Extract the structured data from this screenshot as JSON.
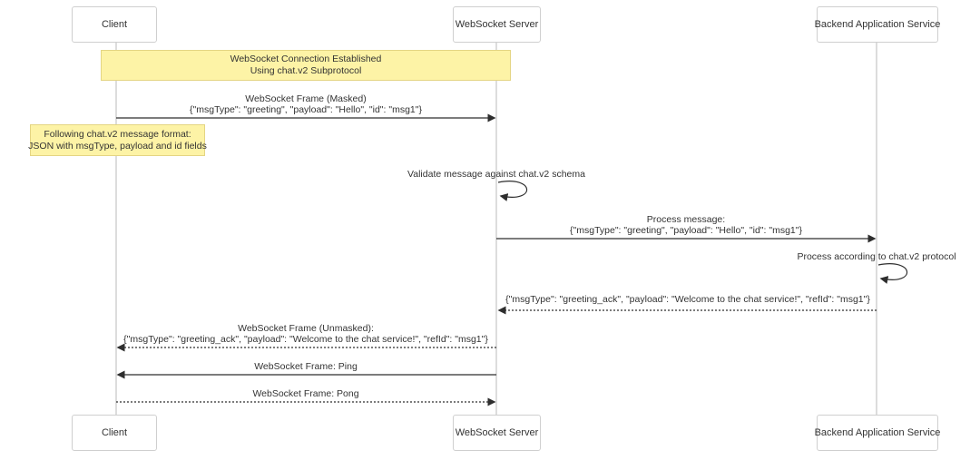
{
  "diagram": {
    "type": "sequence-diagram",
    "topic": "WebSocket chat.v2 subprotocol message flow",
    "participants": [
      {
        "name": "Client"
      },
      {
        "name": "WebSocket Server"
      },
      {
        "name": "Backend Application Service"
      }
    ],
    "notes": [
      {
        "position": "over Client and WebSocket Server",
        "line1": "WebSocket Connection Established",
        "line2": "Using chat.v2 Subprotocol"
      },
      {
        "position": "left of Client",
        "line1": "Following chat.v2 message format:",
        "line2": "JSON with msgType, payload and id fields"
      }
    ],
    "messages": [
      {
        "from": "Client",
        "to": "WebSocket Server",
        "style": "solid",
        "line1": "WebSocket Frame (Masked)",
        "line2": "{\"msgType\": \"greeting\", \"payload\": \"Hello\", \"id\": \"msg1\"}"
      },
      {
        "from": "WebSocket Server",
        "to": "WebSocket Server",
        "style": "self",
        "line1": "Validate message against chat.v2 schema"
      },
      {
        "from": "WebSocket Server",
        "to": "Backend Application Service",
        "style": "solid",
        "line1": "Process message:",
        "line2": "{\"msgType\": \"greeting\", \"payload\": \"Hello\", \"id\": \"msg1\"}"
      },
      {
        "from": "Backend Application Service",
        "to": "Backend Application Service",
        "style": "self",
        "line1": "Process according to chat.v2 protocol"
      },
      {
        "from": "Backend Application Service",
        "to": "WebSocket Server",
        "style": "dashed",
        "line1": "{\"msgType\": \"greeting_ack\", \"payload\": \"Welcome to the chat service!\", \"refId\": \"msg1\"}"
      },
      {
        "from": "WebSocket Server",
        "to": "Client",
        "style": "dashed",
        "line1": "WebSocket Frame (Unmasked):",
        "line2": "{\"msgType\": \"greeting_ack\", \"payload\": \"Welcome to the chat service!\", \"refId\": \"msg1\"}"
      },
      {
        "from": "WebSocket Server",
        "to": "Client",
        "style": "solid",
        "line1": "WebSocket Frame: Ping"
      },
      {
        "from": "Client",
        "to": "WebSocket Server",
        "style": "dashed",
        "line1": "WebSocket Frame: Pong"
      }
    ],
    "colors": {
      "note_fill": "#fdf3a6",
      "note_border": "#e4d583",
      "actor_fill": "#ffffff",
      "actor_border": "#cfcfcf",
      "lifeline": "#c6c6c6",
      "arrow": "#2e2e2e",
      "text": "#333333"
    }
  }
}
